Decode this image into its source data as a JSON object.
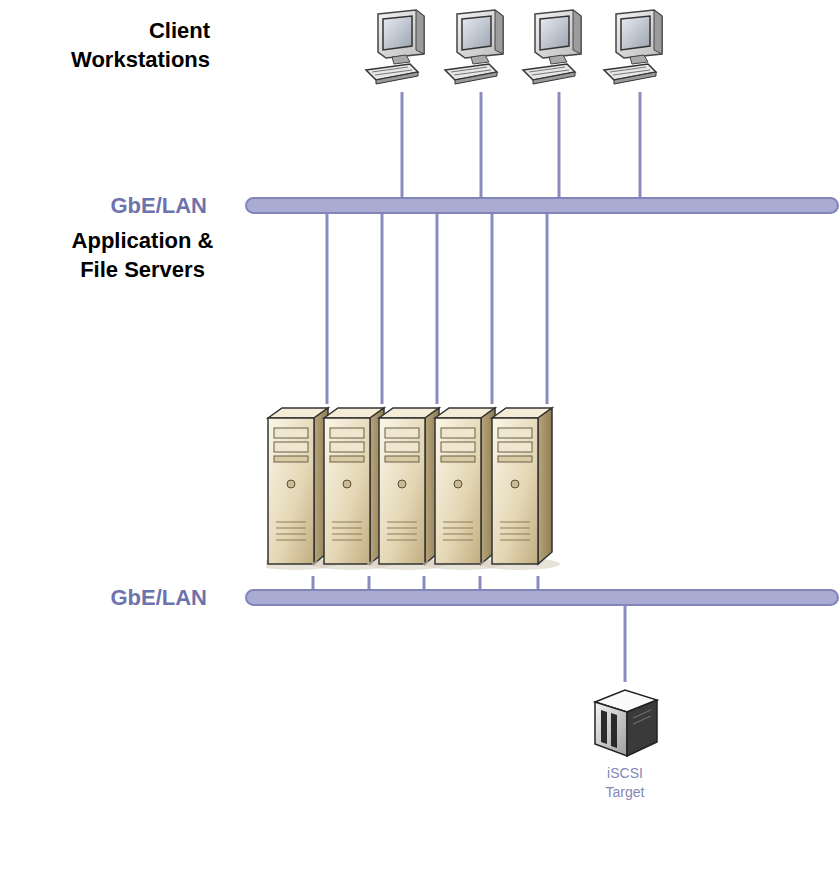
{
  "diagram": {
    "nodes": [
      {
        "text": [
          "Client Workstations"
        ]
      },
      {
        "text": [
          "GbE/LAN"
        ]
      },
      {
        "text": [
          "Application & File Servers"
        ]
      },
      {
        "text": [
          "GbE/LAN"
        ]
      },
      {
        "text": [
          "iSCSI Target"
        ]
      }
    ],
    "edges": [
      {
        "from": 0,
        "to": 1,
        "arrow": "none"
      },
      {
        "from": 0,
        "to": 1,
        "arrow": "none"
      },
      {
        "from": 0,
        "to": 1,
        "arrow": "none"
      },
      {
        "from": 0,
        "to": 1,
        "arrow": "none"
      },
      {
        "from": 1,
        "to": 2,
        "arrow": "none"
      },
      {
        "from": 1,
        "to": 2,
        "arrow": "none"
      },
      {
        "from": 1,
        "to": 2,
        "arrow": "none"
      },
      {
        "from": 1,
        "to": 2,
        "arrow": "none"
      },
      {
        "from": 1,
        "to": 2,
        "arrow": "none"
      },
      {
        "from": 2,
        "to": 3,
        "arrow": "none"
      },
      {
        "from": 2,
        "to": 3,
        "arrow": "none"
      },
      {
        "from": 2,
        "to": 3,
        "arrow": "none"
      },
      {
        "from": 2,
        "to": 3,
        "arrow": "none"
      },
      {
        "from": 2,
        "to": 3,
        "arrow": "none"
      },
      {
        "from": 3,
        "to": 4,
        "arrow": "none"
      }
    ]
  }
}
